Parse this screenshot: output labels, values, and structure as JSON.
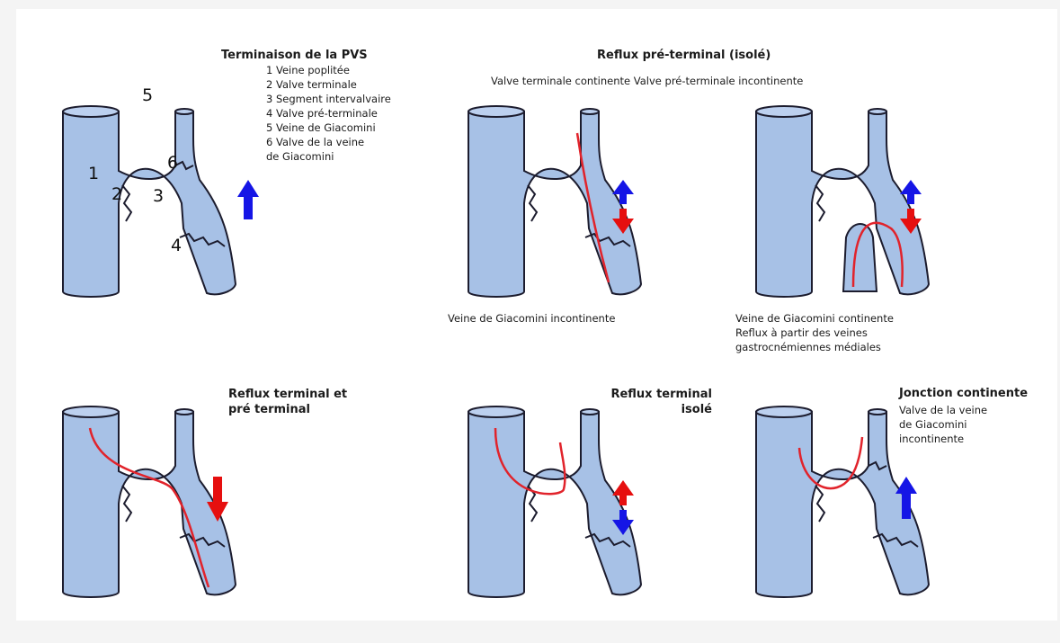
{
  "panels": {
    "p1": {
      "title": "Terminaison de la PVS",
      "legend": [
        "1 Veine poplitée",
        "2 Valve terminale",
        "3 Segment intervalvaire",
        "4 Valve pré-terminale",
        "5 Veine de Giacomini",
        "6 Valve de la veine",
        "de Giacomini"
      ],
      "numbers": [
        "1",
        "2",
        "3",
        "4",
        "5",
        "6"
      ]
    },
    "p2": {
      "heading": "Reflux pré-terminal (isolé)",
      "subheading": "Valve terminale continente Valve pré-terminale incontinente",
      "caption": "Veine de Giacomini incontinente"
    },
    "p3": {
      "caption": [
        "Veine de Giacomini continente",
        "Reflux à partir des veines",
        "gastrocnémiennes médiales"
      ]
    },
    "p4": {
      "title": [
        "Reflux terminal et",
        "pré terminal"
      ]
    },
    "p5": {
      "title": [
        "Reflux terminal",
        "isolé"
      ]
    },
    "p6": {
      "title": "Jonction continente",
      "subtitle": [
        "Valve de la veine",
        "de Giacomini",
        "incontinente"
      ]
    }
  },
  "colors": {
    "vein_fill": "#a7c1e6",
    "vein_outline": "#1c1c2e",
    "reflux_line": "#e1232b",
    "arrow_up": "#1515e6",
    "arrow_down": "#e60f0f"
  }
}
